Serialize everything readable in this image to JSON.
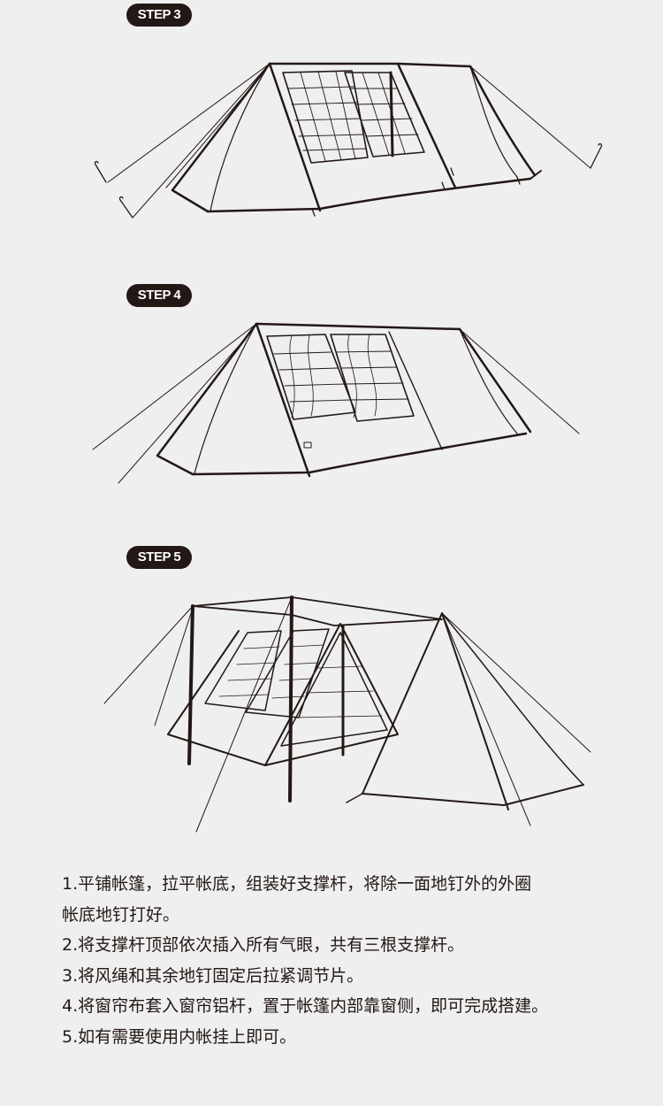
{
  "steps": [
    {
      "label": "STEP 3"
    },
    {
      "label": "STEP 4"
    },
    {
      "label": "STEP 5"
    }
  ],
  "illustrations": [
    {
      "icon": "tent-staking-illustration"
    },
    {
      "icon": "tent-with-poles-illustration"
    },
    {
      "icon": "tent-with-tarp-illustration"
    }
  ],
  "instructions": [
    {
      "line1": "1.平铺帐篷，拉平帐底，组装好支撑杆，将除一面地钉外的外圈",
      "line2": "帐底地钉打好。"
    },
    {
      "line1": "2.将支撑杆顶部依次插入所有气眼，共有三根支撑杆。"
    },
    {
      "line1": "3.将风绳和其余地钉固定后拉紧调节片。"
    },
    {
      "line1": "4.将窗帘布套入窗帘铝杆，置于帐篷内部靠窗侧，即可完成搭建。"
    },
    {
      "line1": "5.如有需要使用内帐挂上即可。"
    }
  ],
  "colors": {
    "background": "#efefef",
    "badge": "#231815",
    "badge_text": "#ffffff",
    "text": "#231815",
    "line": "#231815"
  }
}
